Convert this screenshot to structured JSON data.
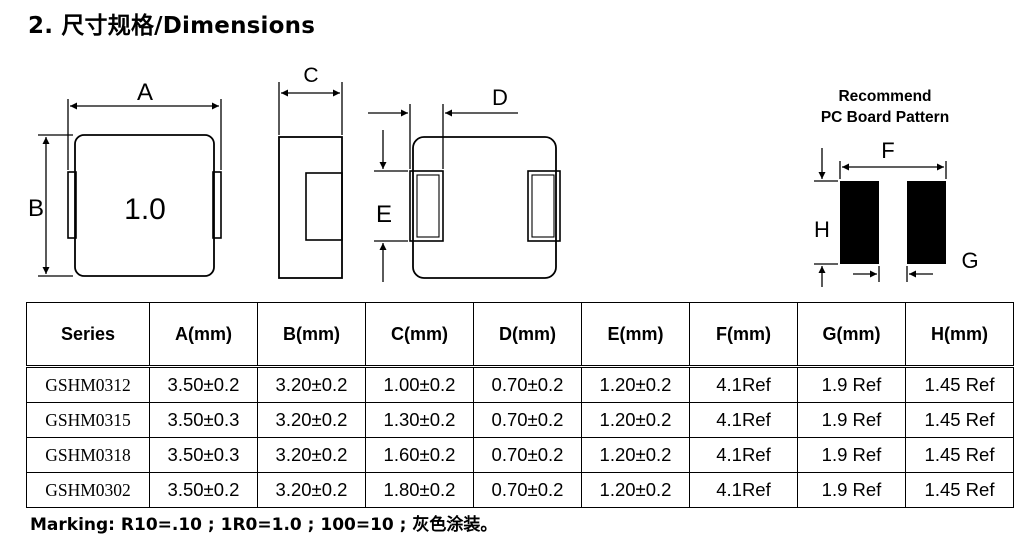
{
  "heading": "2.  尺寸规格/Dimensions",
  "drawing": {
    "label_a": "A",
    "label_b": "B",
    "label_c": "C",
    "label_d": "D",
    "label_e": "E",
    "marking_code": "1.0",
    "label_f": "F",
    "label_g": "G",
    "label_h": "H",
    "recommend_line1": "Recommend",
    "recommend_line2": "PC Board Pattern"
  },
  "table": {
    "headers": [
      "Series",
      "A(mm)",
      "B(mm)",
      "C(mm)",
      "D(mm)",
      "E(mm)",
      "F(mm)",
      "G(mm)",
      "H(mm)"
    ],
    "rows": [
      [
        "GSHM0312",
        "3.50±0.2",
        "3.20±0.2",
        "1.00±0.2",
        "0.70±0.2",
        "1.20±0.2",
        "4.1Ref",
        "1.9 Ref",
        "1.45 Ref"
      ],
      [
        "GSHM0315",
        "3.50±0.3",
        "3.20±0.2",
        "1.30±0.2",
        "0.70±0.2",
        "1.20±0.2",
        "4.1Ref",
        "1.9 Ref",
        "1.45 Ref"
      ],
      [
        "GSHM0318",
        "3.50±0.3",
        "3.20±0.2",
        "1.60±0.2",
        "0.70±0.2",
        "1.20±0.2",
        "4.1Ref",
        "1.9 Ref",
        "1.45 Ref"
      ],
      [
        "GSHM0302",
        "3.50±0.2",
        "3.20±0.2",
        "1.80±0.2",
        "0.70±0.2",
        "1.20±0.2",
        "4.1Ref",
        "1.9 Ref",
        "1.45 Ref"
      ]
    ]
  },
  "marking": "Marking: R10=.10 ; 1R0=1.0 ; 100=10 ;  灰色涂装。"
}
